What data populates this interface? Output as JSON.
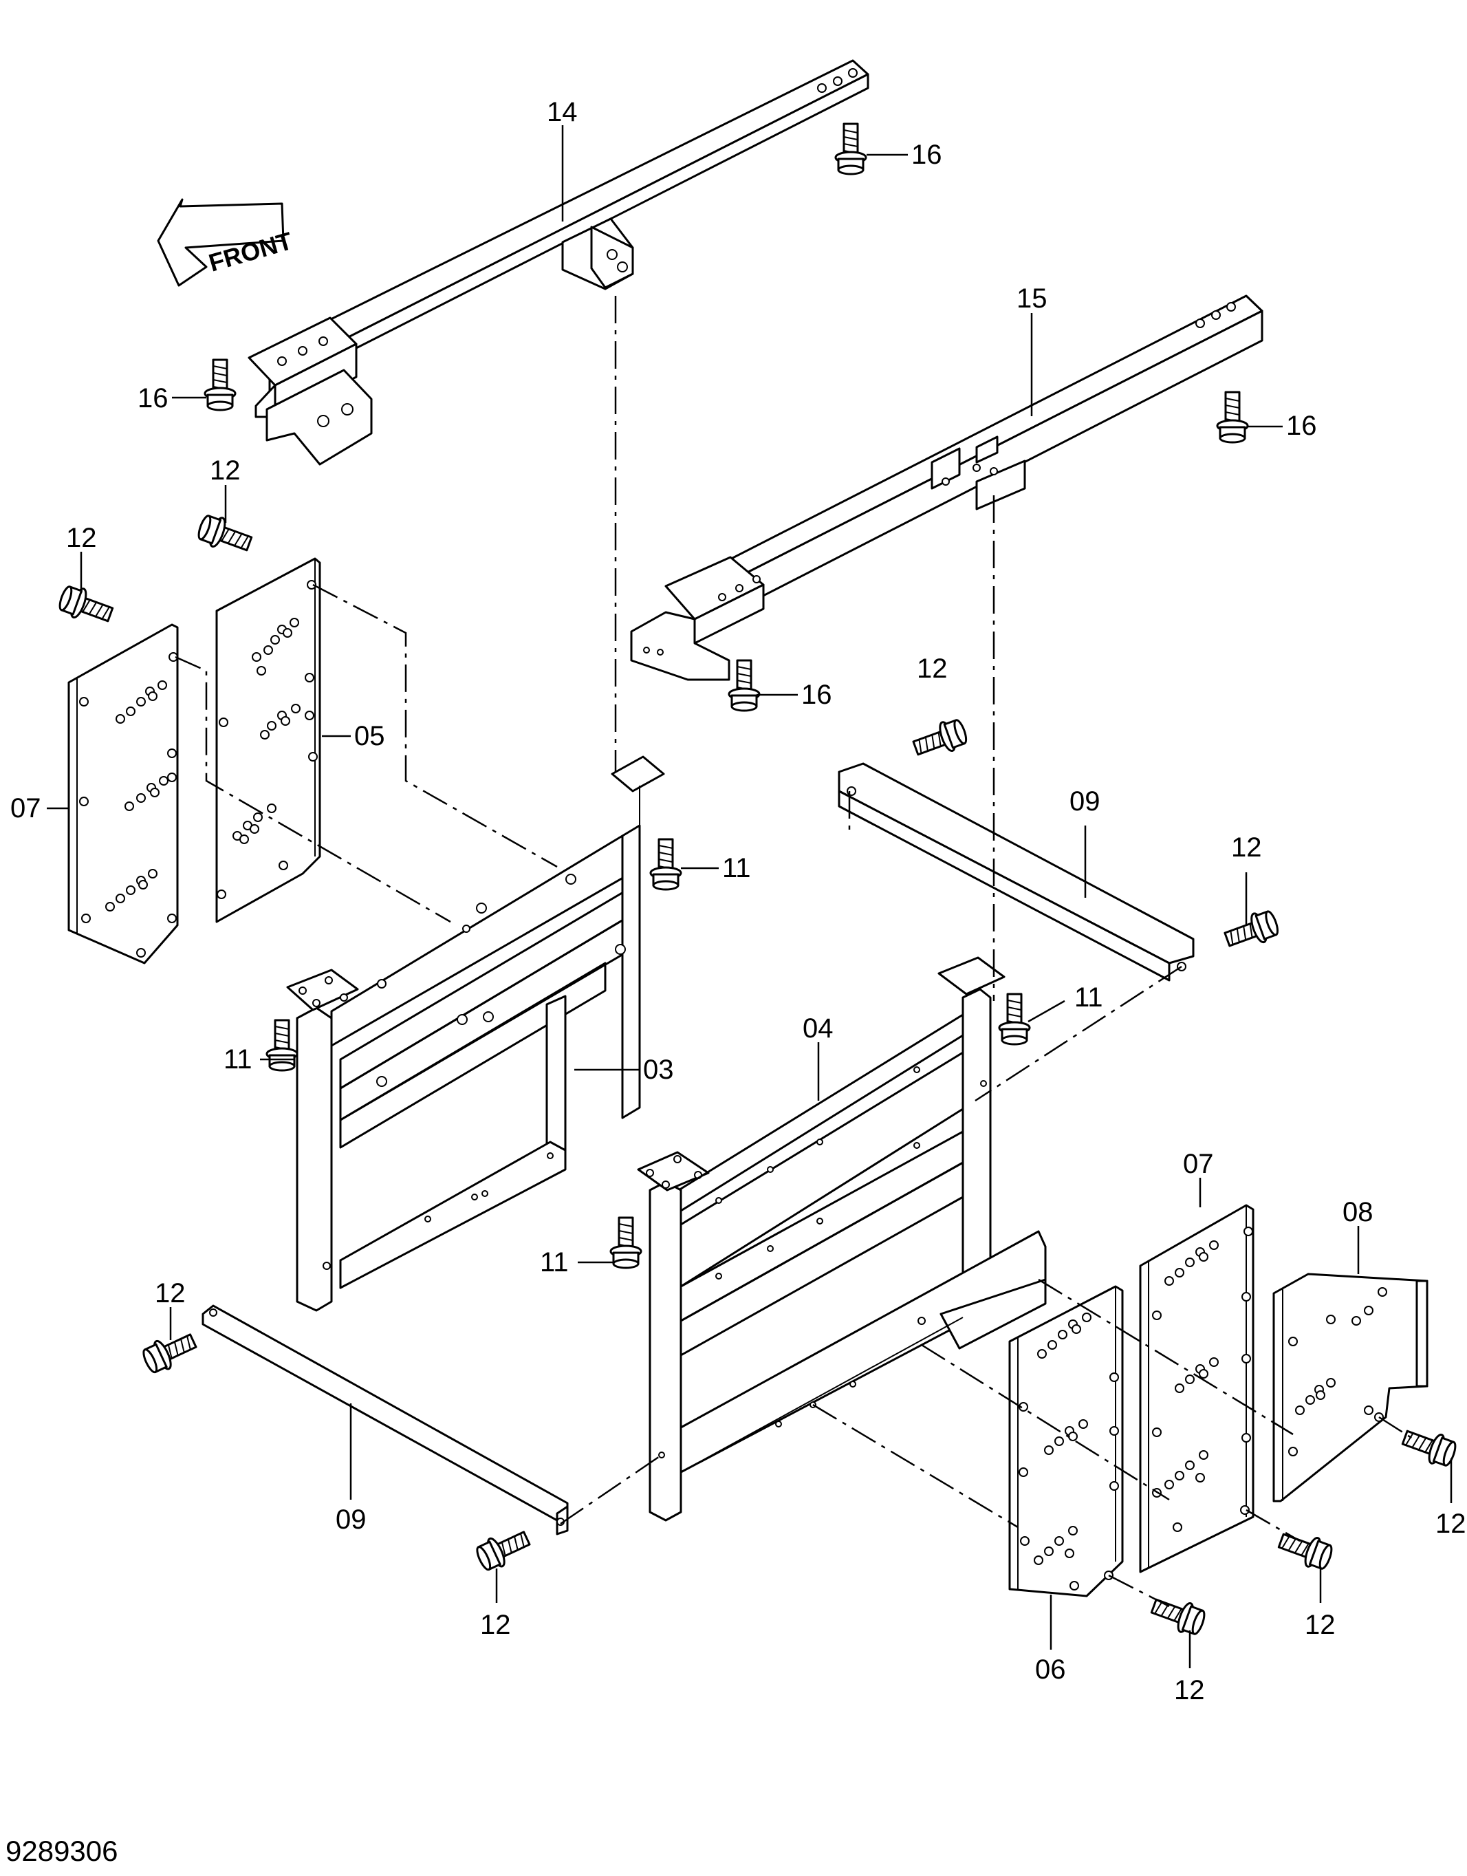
{
  "diagram": {
    "document_id": "9289306",
    "front_indicator": "FRONT",
    "callouts": [
      {
        "id": "14",
        "label": "14"
      },
      {
        "id": "16a",
        "label": "16"
      },
      {
        "id": "16b",
        "label": "16"
      },
      {
        "id": "15",
        "label": "15"
      },
      {
        "id": "16c",
        "label": "16"
      },
      {
        "id": "16d",
        "label": "16"
      },
      {
        "id": "12a",
        "label": "12"
      },
      {
        "id": "12b",
        "label": "12"
      },
      {
        "id": "05",
        "label": "05"
      },
      {
        "id": "07a",
        "label": "07"
      },
      {
        "id": "11a",
        "label": "11"
      },
      {
        "id": "12c",
        "label": "12"
      },
      {
        "id": "09a",
        "label": "09"
      },
      {
        "id": "12d",
        "label": "12"
      },
      {
        "id": "11b",
        "label": "11"
      },
      {
        "id": "03",
        "label": "03"
      },
      {
        "id": "04",
        "label": "04"
      },
      {
        "id": "11c",
        "label": "11"
      },
      {
        "id": "11d",
        "label": "11"
      },
      {
        "id": "07b",
        "label": "07"
      },
      {
        "id": "08",
        "label": "08"
      },
      {
        "id": "12e",
        "label": "12"
      },
      {
        "id": "09b",
        "label": "09"
      },
      {
        "id": "12f",
        "label": "12"
      },
      {
        "id": "12g",
        "label": "12"
      },
      {
        "id": "12h",
        "label": "12"
      },
      {
        "id": "06",
        "label": "06"
      },
      {
        "id": "12i",
        "label": "12"
      }
    ]
  }
}
